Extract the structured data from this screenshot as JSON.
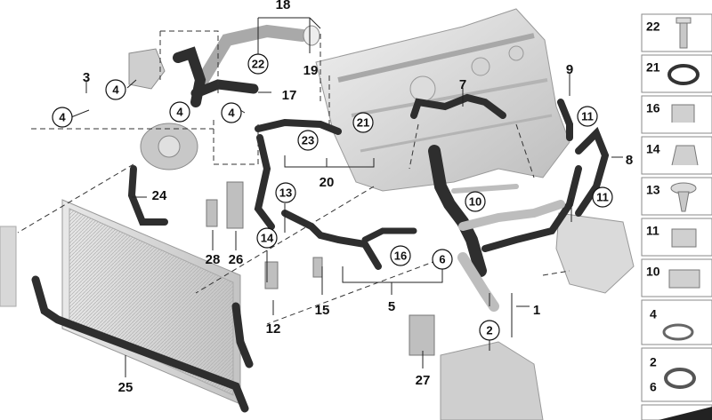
{
  "callouts_plain": [
    {
      "id": "c18",
      "text": "18"
    },
    {
      "id": "c3",
      "text": "3"
    },
    {
      "id": "c19",
      "text": "19"
    },
    {
      "id": "c17",
      "text": "17"
    },
    {
      "id": "c7",
      "text": "7"
    },
    {
      "id": "c9",
      "text": "9"
    },
    {
      "id": "c8",
      "text": "8"
    },
    {
      "id": "c20",
      "text": "20"
    },
    {
      "id": "c24",
      "text": "24"
    },
    {
      "id": "c28",
      "text": "28"
    },
    {
      "id": "c26",
      "text": "26"
    },
    {
      "id": "c15",
      "text": "15"
    },
    {
      "id": "c5",
      "text": "5"
    },
    {
      "id": "c12",
      "text": "12"
    },
    {
      "id": "c1",
      "text": "1"
    },
    {
      "id": "c25",
      "text": "25"
    },
    {
      "id": "c27",
      "text": "27"
    }
  ],
  "callouts_circled": [
    {
      "id": "k22",
      "text": "22"
    },
    {
      "id": "k4a",
      "text": "4"
    },
    {
      "id": "k4b",
      "text": "4"
    },
    {
      "id": "k4c",
      "text": "4"
    },
    {
      "id": "k4d",
      "text": "4"
    },
    {
      "id": "k21",
      "text": "21"
    },
    {
      "id": "k23",
      "text": "23"
    },
    {
      "id": "k11a",
      "text": "11"
    },
    {
      "id": "k11b",
      "text": "11"
    },
    {
      "id": "k10",
      "text": "10"
    },
    {
      "id": "k13",
      "text": "13"
    },
    {
      "id": "k14",
      "text": "14"
    },
    {
      "id": "k16",
      "text": "16"
    },
    {
      "id": "k6",
      "text": "6"
    },
    {
      "id": "k2",
      "text": "2"
    }
  ],
  "sidebar": [
    {
      "text": "22"
    },
    {
      "text": "21"
    },
    {
      "text": "16"
    },
    {
      "text": "14"
    },
    {
      "text": "13"
    },
    {
      "text": "11"
    },
    {
      "text": "10"
    },
    {
      "text": "4"
    },
    {
      "text": "2"
    },
    {
      "text": "6"
    }
  ]
}
